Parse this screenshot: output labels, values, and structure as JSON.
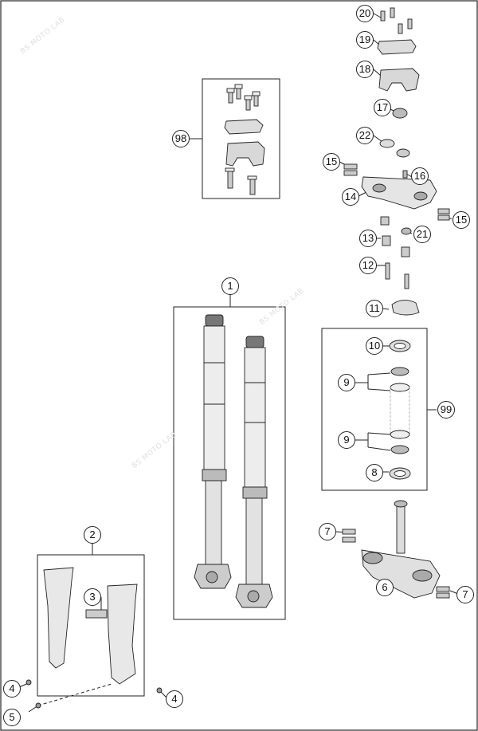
{
  "watermark": "BS MOTO LAB",
  "callouts": {
    "c1": "1",
    "c2": "2",
    "c3": "3",
    "c4a": "4",
    "c4b": "4",
    "c5": "5",
    "c6": "6",
    "c7a": "7",
    "c7b": "7",
    "c8": "8",
    "c9a": "9",
    "c9b": "9",
    "c10": "10",
    "c11": "11",
    "c12": "12",
    "c13": "13",
    "c14": "14",
    "c15a": "15",
    "c15b": "15",
    "c16": "16",
    "c17": "17",
    "c18": "18",
    "c19": "19",
    "c20": "20",
    "c21": "21",
    "c22": "22",
    "c98": "98",
    "c99": "99"
  },
  "colors": {
    "line": "#222222",
    "part_fill": "#e6e6e6",
    "part_dark": "#9a9a9a",
    "watermark": "#e0e0e0"
  }
}
